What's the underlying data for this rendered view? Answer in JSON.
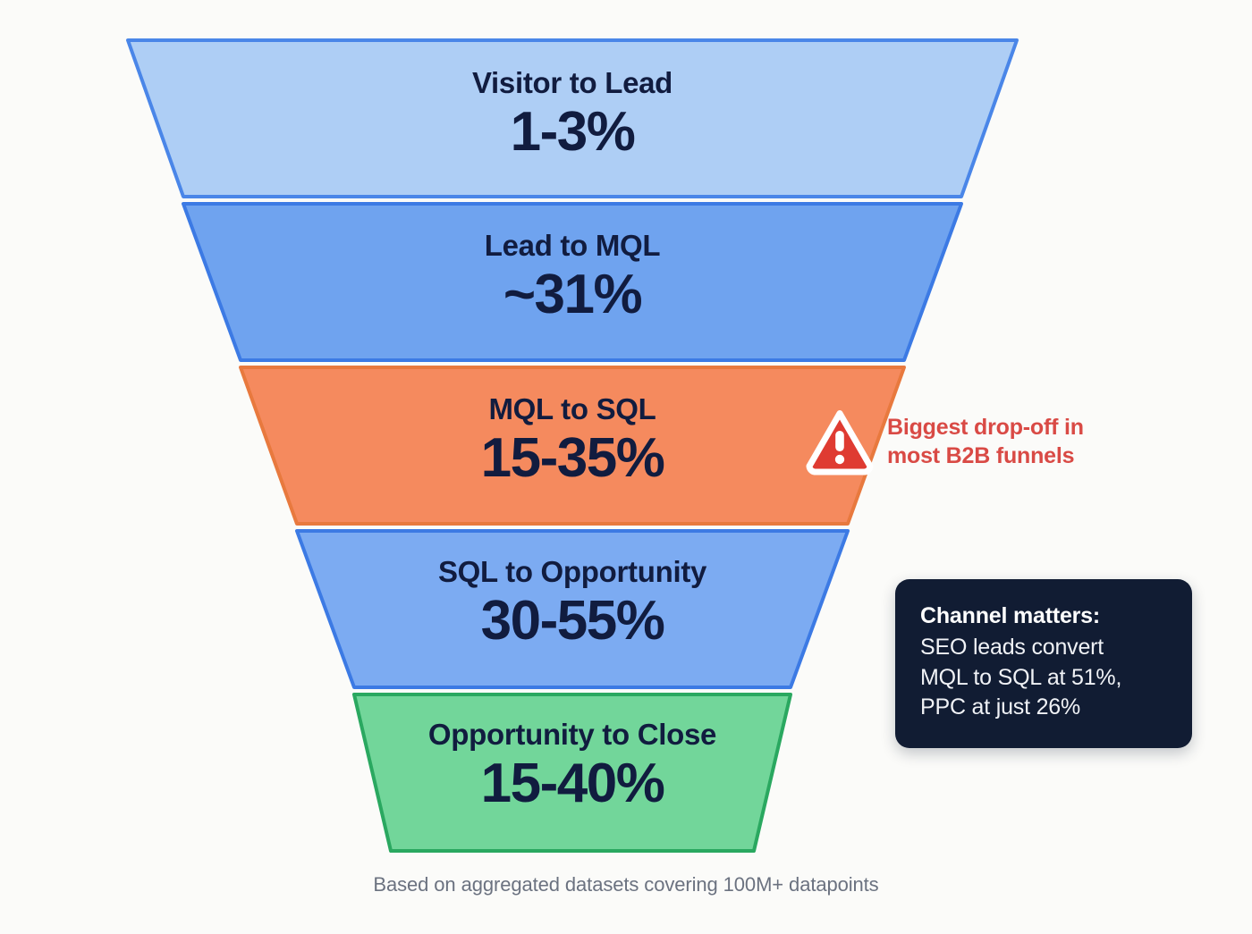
{
  "background_color": "#fbfbf9",
  "chart_data": {
    "type": "funnel",
    "title": "",
    "categories": [
      "Visitor to Lead",
      "Lead to MQL",
      "MQL to SQL",
      "SQL to Opportunity",
      "Opportunity to Close"
    ],
    "values": [
      "1-3%",
      "~31%",
      "15-35%",
      "30-55%",
      "15-40%"
    ],
    "stages": [
      {
        "label": "Visitor to Lead",
        "value": "1-3%",
        "range_low": 1,
        "range_high": 3,
        "fill": "#aecef5",
        "stroke": "#4a86e8"
      },
      {
        "label": "Lead to MQL",
        "value": "~31%",
        "range_low": 31,
        "range_high": 31,
        "fill": "#6fa3ef",
        "stroke": "#3c7ae4"
      },
      {
        "label": "MQL to SQL",
        "value": "15-35%",
        "range_low": 15,
        "range_high": 35,
        "fill": "#f58a5e",
        "stroke": "#e8793e",
        "highlight": true
      },
      {
        "label": "SQL to Opportunity",
        "value": "30-55%",
        "range_low": 30,
        "range_high": 55,
        "fill": "#7cabf2",
        "stroke": "#3c7ae4"
      },
      {
        "label": "Opportunity to Close",
        "value": "15-40%",
        "range_low": 15,
        "range_high": 40,
        "fill": "#72d69a",
        "stroke": "#2aa860"
      }
    ],
    "label_text_color": "#111c3f",
    "value_text_color": "#111c3f"
  },
  "annotation": {
    "icon": "warning-triangle-icon",
    "icon_color": "#df3b32",
    "text_color": "#d94a45",
    "line1": "Biggest drop-off in",
    "line2": "most B2B funnels"
  },
  "callout": {
    "background": "#111c33",
    "title": "Channel matters:",
    "line1": "SEO leads convert",
    "line2": "MQL to SQL at 51%,",
    "line3": "PPC at just 26%"
  },
  "footer": {
    "caption": "Based on aggregated datasets covering 100M+ datapoints",
    "color": "#6b7280"
  }
}
